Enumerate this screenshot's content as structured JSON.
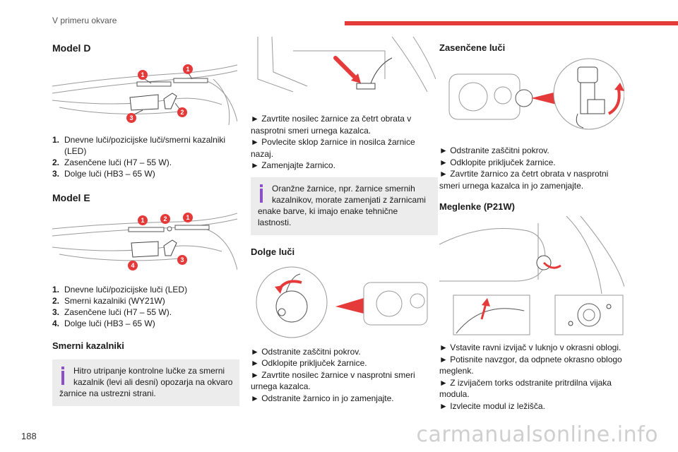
{
  "header": {
    "title": "V primeru okvare"
  },
  "page_number": "188",
  "watermark": "carmanualsonline.info",
  "col1": {
    "model_d": {
      "heading": "Model D",
      "items": [
        {
          "n": "1.",
          "text": "Dnevne luči/pozicijske luči/smerni kazalniki (LED)"
        },
        {
          "n": "2.",
          "text": "Zasenčene luči (H7 – 55 W)."
        },
        {
          "n": "3.",
          "text": "Dolge luči (HB3 – 65 W)"
        }
      ],
      "callouts": [
        "1",
        "1",
        "3",
        "2"
      ]
    },
    "model_e": {
      "heading": "Model E",
      "items": [
        {
          "n": "1.",
          "text": "Dnevne luči/pozicijske luči (LED)"
        },
        {
          "n": "2.",
          "text": "Smerni kazalniki (WY21W)"
        },
        {
          "n": "3.",
          "text": "Zasenčene luči (H7 – 55 W)."
        },
        {
          "n": "4.",
          "text": "Dolge luči (HB3 – 65 W)"
        }
      ],
      "callouts": [
        "1",
        "2",
        "1",
        "4",
        "3"
      ]
    },
    "smerni": {
      "heading": "Smerni kazalniki",
      "note": "Hitro utripanje kontrolne lučke za smerni kazalnik (levi ali desni) opozarja na okvaro žarnice na ustrezni strani."
    }
  },
  "col2": {
    "steps_top": [
      "► Zavrtite nosilec žarnice za četrt obrata v nasprotni smeri urnega kazalca.",
      "► Povlecite sklop žarnice in nosilca žarnice nazaj.",
      "► Zamenjajte žarnico."
    ],
    "note": "Oranžne žarnice, npr. žarnice smernih kazalnikov, morate zamenjati z žarnicami enake barve, ki imajo enake tehnične lastnosti.",
    "dolge": {
      "heading": "Dolge luči",
      "steps": [
        "► Odstranite zaščitni pokrov.",
        "► Odklopite priključek žarnice.",
        "► Zavrtite nosilec žarnice v nasprotni smeri urnega kazalca.",
        "► Odstranite žarnico in jo zamenjajte."
      ]
    }
  },
  "col3": {
    "zasencene": {
      "heading": "Zasenčene luči",
      "steps": [
        "► Odstranite zaščitni pokrov.",
        "► Odklopite priključek žarnice.",
        "► Zavrtite žarnico za četrt obrata v nasprotni smeri urnega kazalca in jo zamenjajte."
      ]
    },
    "meglenke": {
      "heading": "Meglenke (P21W)",
      "steps": [
        "► Vstavite ravni izvijač v luknjo v okrasni oblogi.",
        "► Potisnite navzgor, da odpnete okrasno oblogo meglenk.",
        "► Z izvijačem torks odstranite pritrdilna vijaka modula.",
        "► Izvlecite modul iz ležišča."
      ]
    }
  },
  "colors": {
    "accent": "#e53a3a",
    "note_bg": "#ececec",
    "info_icon": "#8b4fc7"
  }
}
